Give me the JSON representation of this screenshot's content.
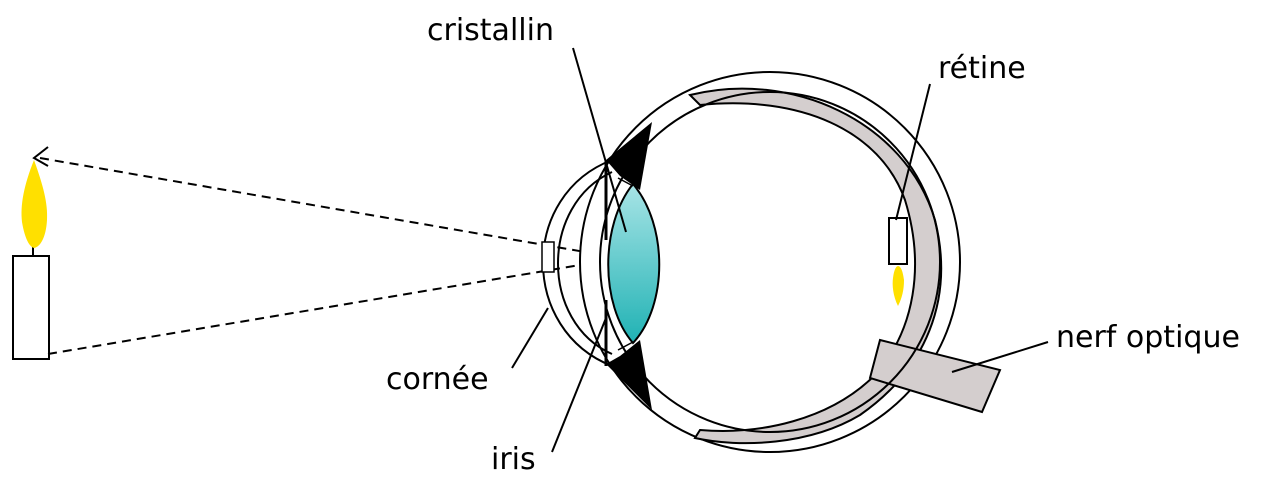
{
  "labels": {
    "cristallin": "cristallin",
    "retine": "rétine",
    "cornee": "cornée",
    "iris": "iris",
    "nerf_optique": "nerf optique"
  },
  "colors": {
    "flame": "#ffe000",
    "lens_top": "#a8e4e6",
    "lens_bottom": "#20b2b4",
    "choroid": "#d4cece",
    "line": "#000000"
  }
}
